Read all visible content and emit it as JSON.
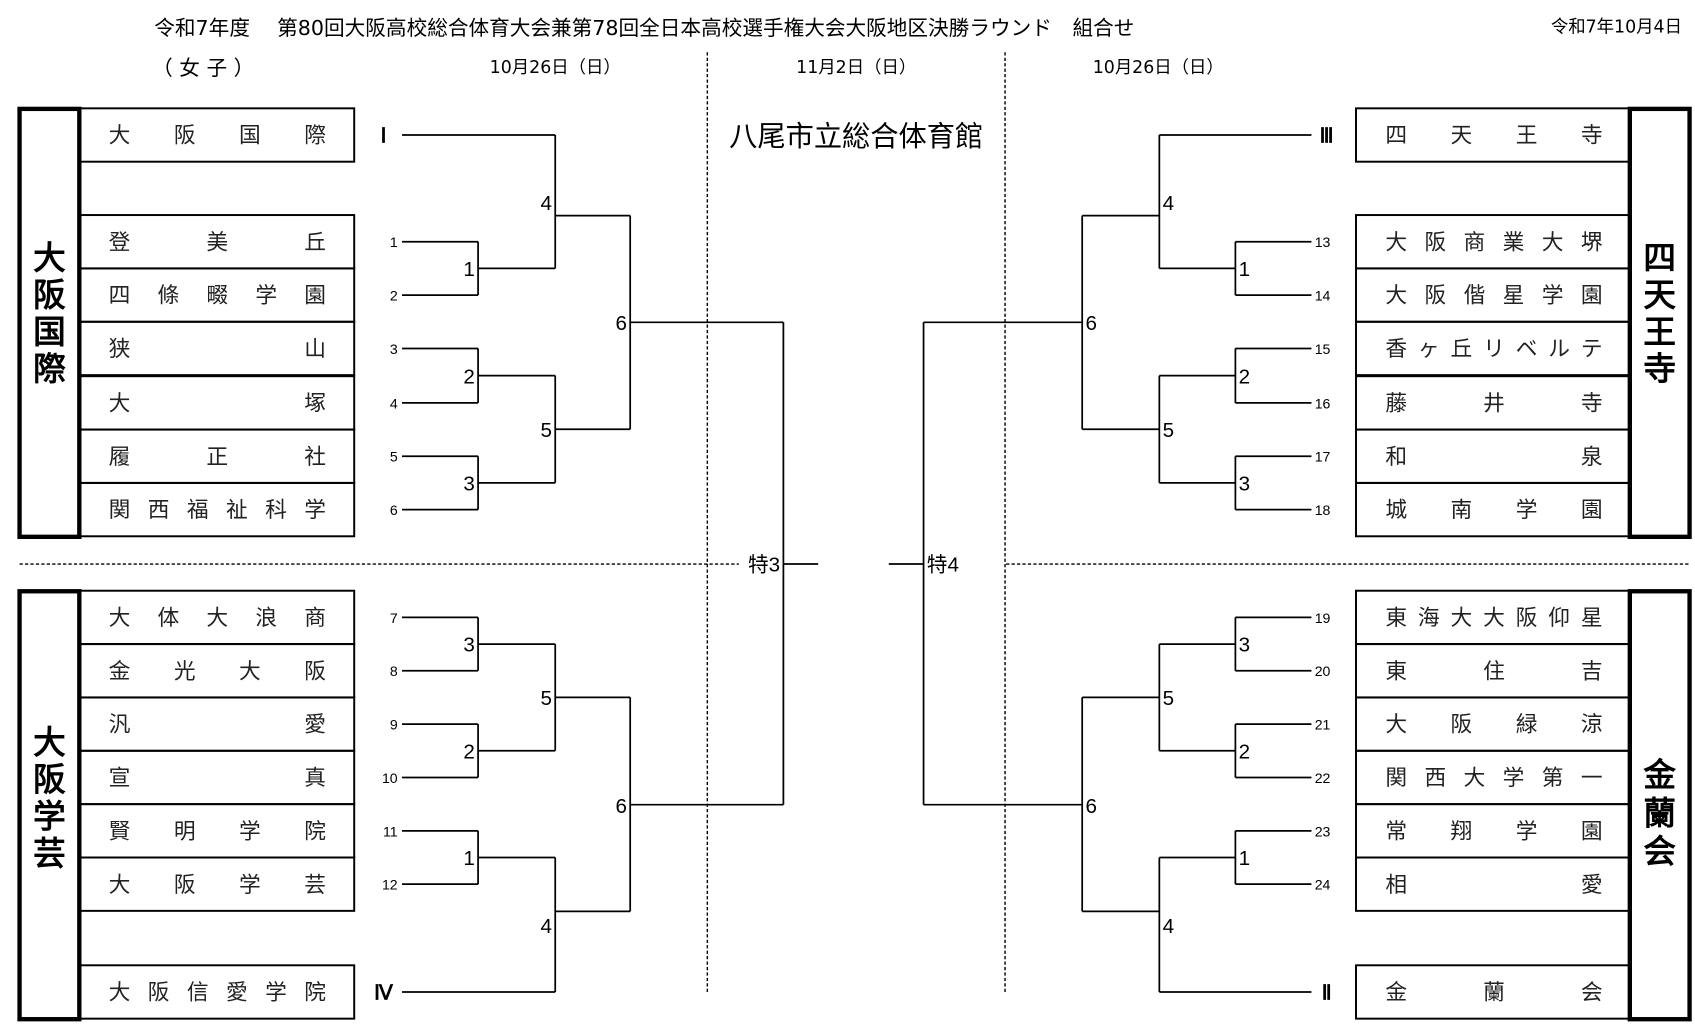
{
  "header": {
    "title": "令和7年度　 第80回大阪高校総合体育大会兼第78回全日本高校選手権大会大阪地区決勝ラウンド　組合せ",
    "issue_date": "令和7年10月4日",
    "division": "（ 女 子 ）",
    "date_left": "10月26日（日）",
    "date_center": "11月2日（日）",
    "date_right": "10月26日（日）",
    "venue": "八尾市立総合体育館"
  },
  "center": {
    "left_label": "特3",
    "right_label": "特4"
  },
  "groups": [
    {
      "block": "大阪国際",
      "side": "left",
      "pos": "top",
      "teams": [
        {
          "no": "Ⅰ",
          "name": "大阪国際"
        },
        {
          "no": "1",
          "name": "登美丘"
        },
        {
          "no": "2",
          "name": "四條畷学園"
        },
        {
          "no": "3",
          "name": "狭山"
        },
        {
          "no": "4",
          "name": "大塚"
        },
        {
          "no": "5",
          "name": "履正社"
        },
        {
          "no": "6",
          "name": "関西福祉科学"
        }
      ],
      "r1": [
        "1",
        "2",
        "3"
      ],
      "r2a": "4",
      "r2b": "5",
      "final": "6"
    },
    {
      "block": "大阪学芸",
      "side": "left",
      "pos": "bottom",
      "teams": [
        {
          "no": "7",
          "name": "大体大浪商"
        },
        {
          "no": "8",
          "name": "金光大阪"
        },
        {
          "no": "9",
          "name": "汎愛"
        },
        {
          "no": "10",
          "name": "宣真"
        },
        {
          "no": "11",
          "name": "賢明学院"
        },
        {
          "no": "12",
          "name": "大阪学芸"
        },
        {
          "no": "Ⅳ",
          "name": "大阪信愛学院"
        }
      ],
      "r1": [
        "3",
        "2",
        "1"
      ],
      "r2a": "5",
      "r2b": "4",
      "final": "6"
    },
    {
      "block": "四天王寺",
      "side": "right",
      "pos": "top",
      "teams": [
        {
          "no": "Ⅲ",
          "name": "四天王寺"
        },
        {
          "no": "13",
          "name": "大阪商業大堺"
        },
        {
          "no": "14",
          "name": "大阪偕星学園"
        },
        {
          "no": "15",
          "name": "香ヶ丘リベルテ"
        },
        {
          "no": "16",
          "name": "藤井寺"
        },
        {
          "no": "17",
          "name": "和泉"
        },
        {
          "no": "18",
          "name": "城南学園"
        }
      ],
      "r1": [
        "1",
        "2",
        "3"
      ],
      "r2a": "4",
      "r2b": "5",
      "final": "6"
    },
    {
      "block": "金蘭会",
      "side": "right",
      "pos": "bottom",
      "teams": [
        {
          "no": "19",
          "name": "東海大大阪仰星"
        },
        {
          "no": "20",
          "name": "東住吉"
        },
        {
          "no": "21",
          "name": "大阪緑涼"
        },
        {
          "no": "22",
          "name": "関西大学第一"
        },
        {
          "no": "23",
          "name": "常翔学園"
        },
        {
          "no": "24",
          "name": "相愛"
        },
        {
          "no": "Ⅱ",
          "name": "金蘭会"
        }
      ],
      "r1": [
        "3",
        "2",
        "1"
      ],
      "r2a": "5",
      "r2b": "4",
      "final": "6"
    }
  ]
}
